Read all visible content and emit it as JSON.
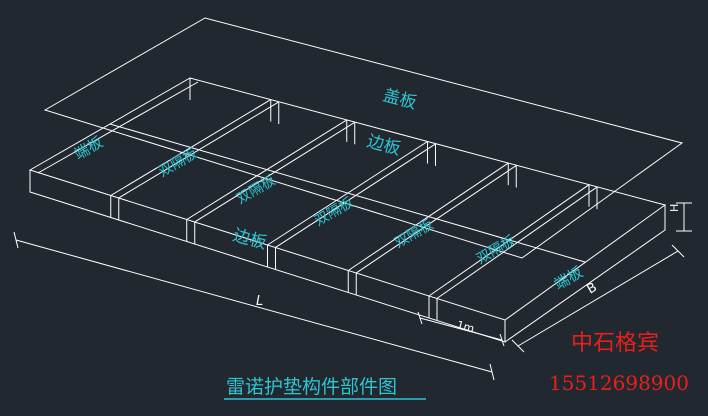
{
  "labels": {
    "cover_plate": "盖板",
    "end_plate_left": "端板",
    "end_plate_right": "端板",
    "side_plate_top": "边板",
    "side_plate_bottom": "边板",
    "double_diaphragms": [
      "双隔板",
      "双隔板",
      "双隔板",
      "双隔板",
      "双隔板"
    ]
  },
  "dimensions": {
    "length": "L",
    "width": "B",
    "height": "H",
    "cell_width": "1m"
  },
  "caption": "雷诺护垫构件部件图",
  "company": "中石格宾",
  "phone": "15512698900",
  "colors": {
    "background": "#212830",
    "line": "#ffffff",
    "label": "#2ec4d0",
    "caption": "#2ec4d0",
    "company": "#e8201c"
  }
}
